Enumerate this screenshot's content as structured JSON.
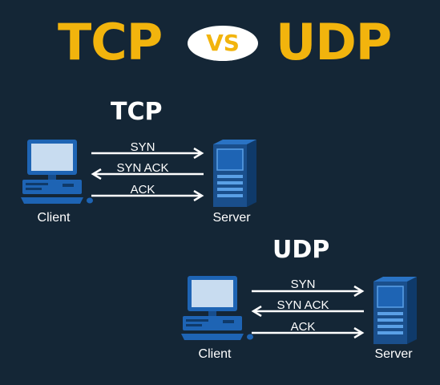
{
  "headline": {
    "left": "TCP",
    "vs": "VS",
    "right": "UDP"
  },
  "colors": {
    "background": "#142636",
    "headline": "#f2b40d",
    "arrow": "#ffffff",
    "computer": "#1e64b4",
    "screen": "#c8dcf0",
    "server": "#1a4f8c"
  },
  "tcp": {
    "title": "TCP",
    "client_label": "Client",
    "server_label": "Server",
    "messages": [
      "SYN",
      "SYN ACK",
      "ACK"
    ]
  },
  "udp": {
    "title": "UDP",
    "client_label": "Client",
    "server_label": "Server",
    "messages": [
      "SYN",
      "SYN ACK",
      "ACK"
    ]
  },
  "icons": {
    "client": "desktop-computer-icon",
    "server": "server-tower-icon"
  }
}
